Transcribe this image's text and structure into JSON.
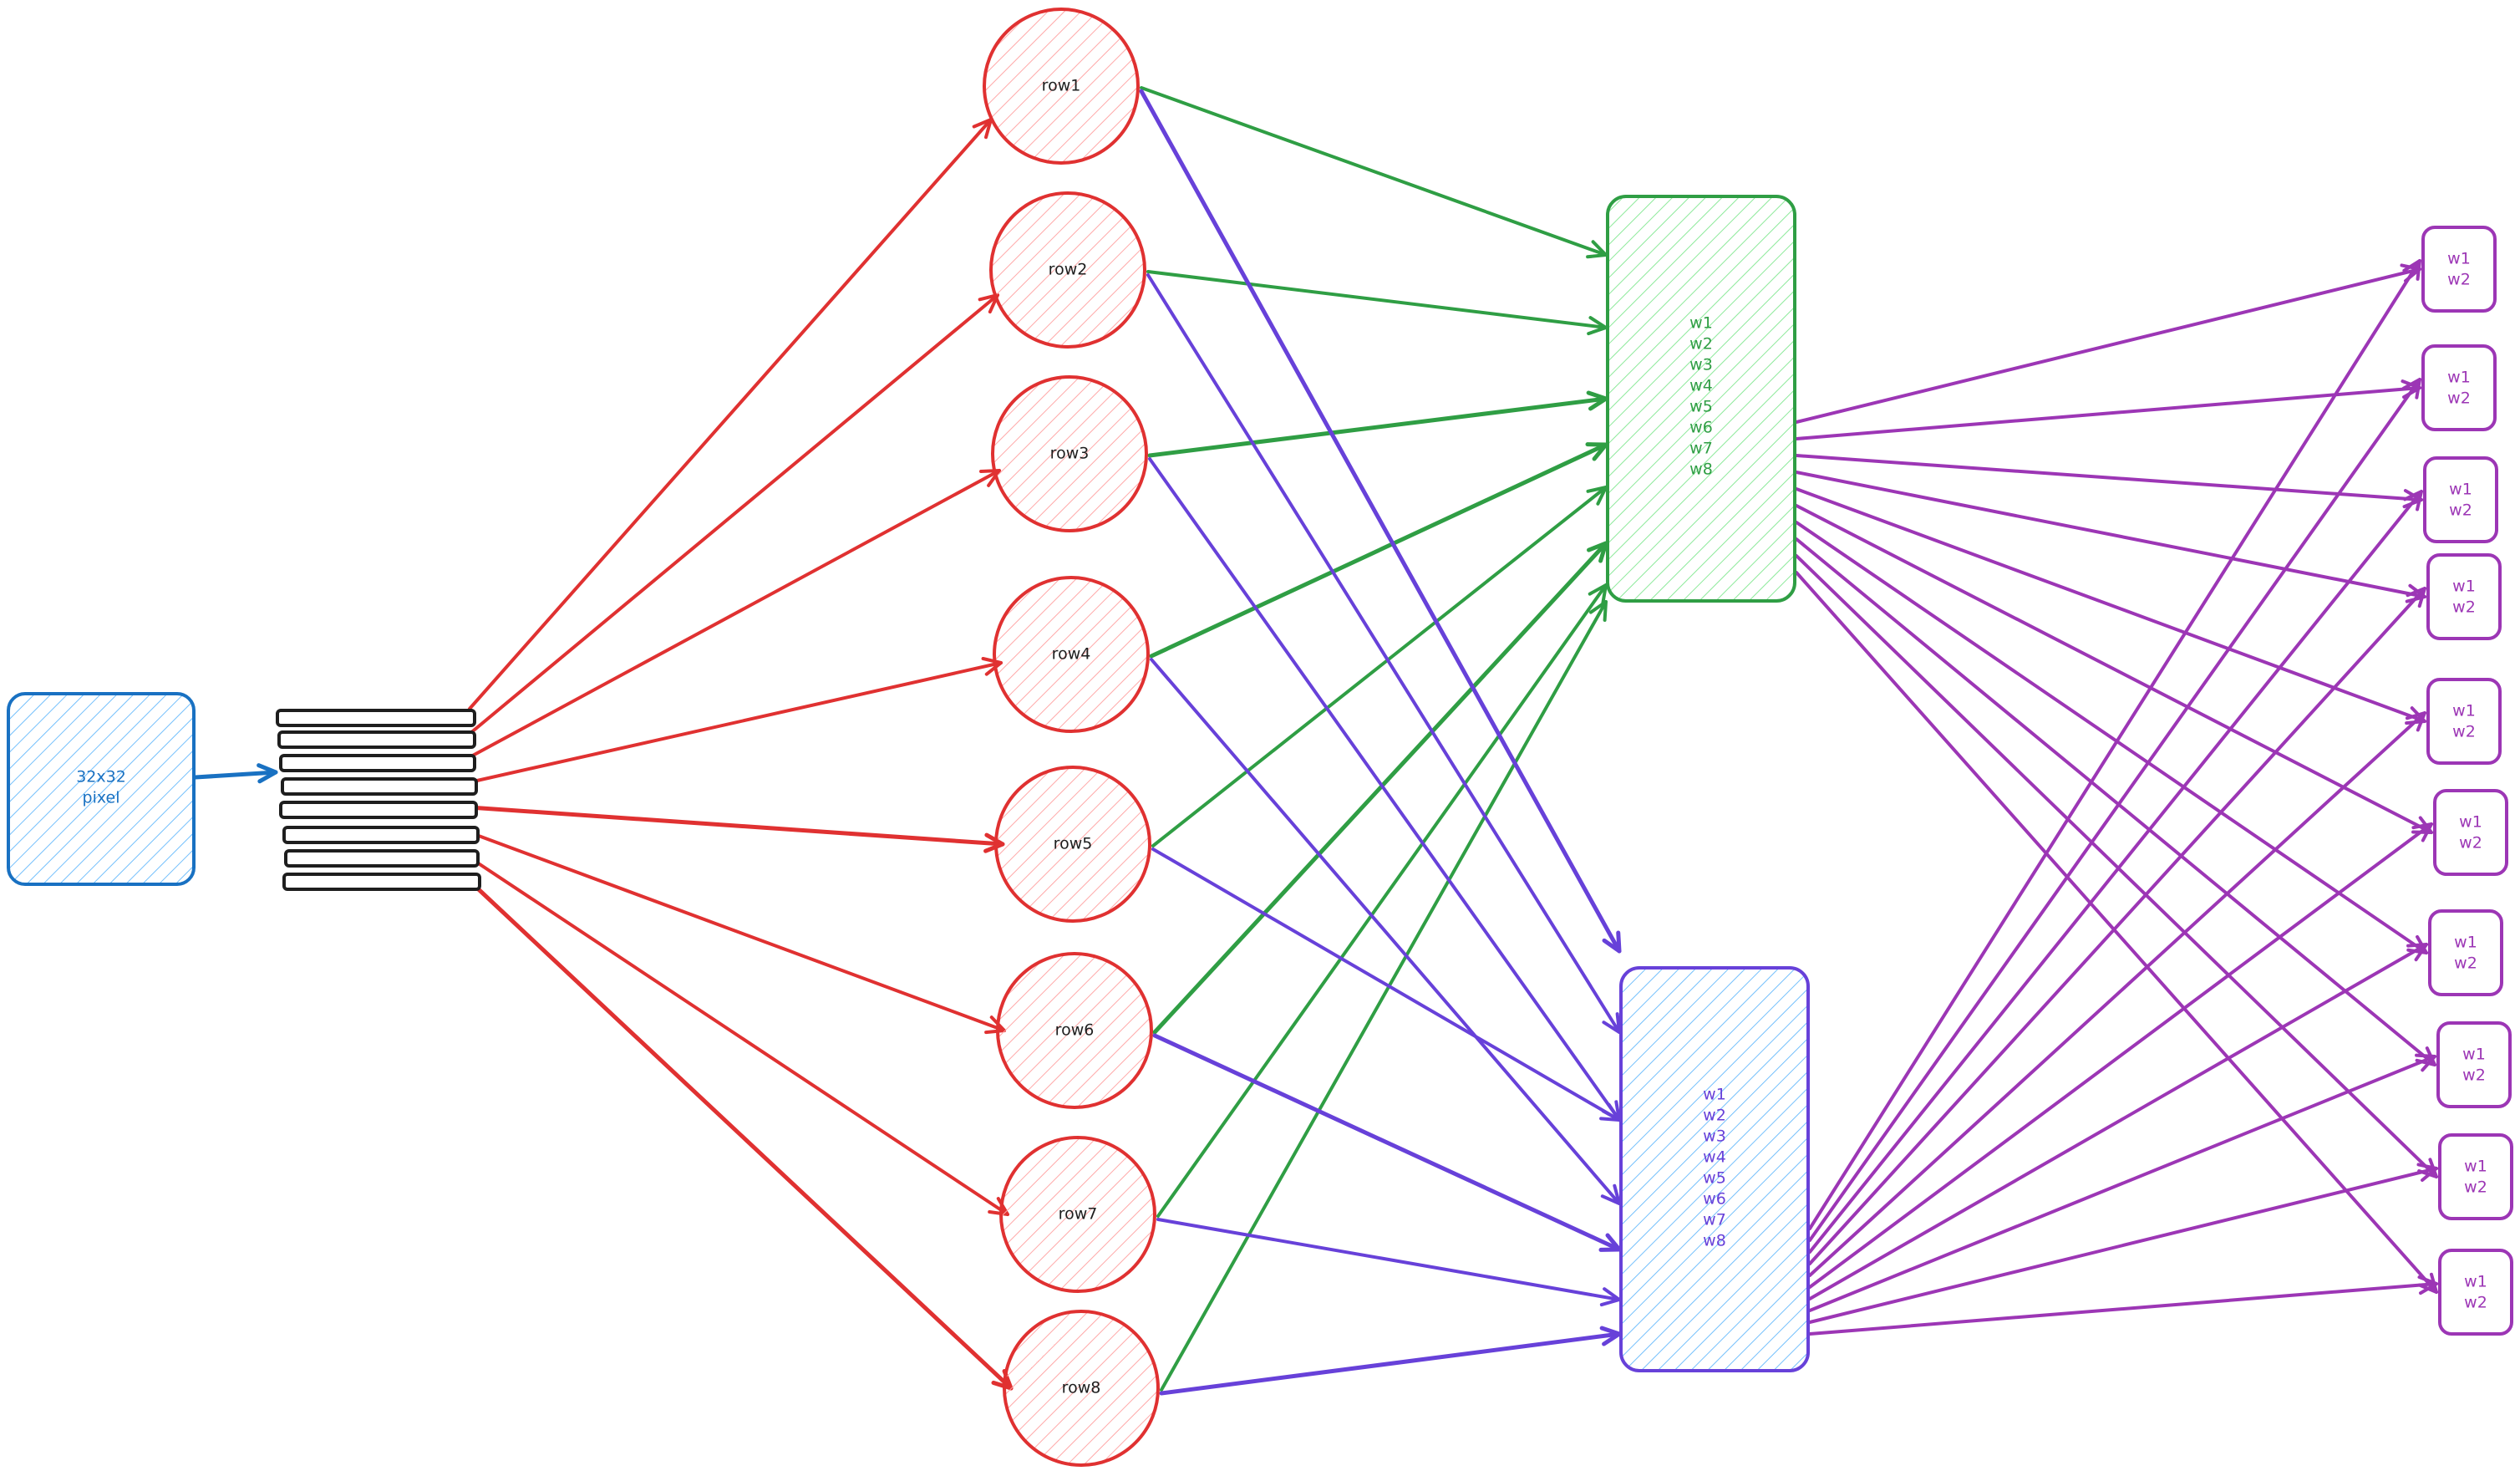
{
  "colors": {
    "input": "#1971c2",
    "input_fill": "#a5d8ff",
    "row": "#e03131",
    "row_fill": "#ffc9c9",
    "green": "#2f9e44",
    "green_fill": "#b2f2bb",
    "violet": "#6741d9",
    "violet_fill": "#a5d8ff",
    "purple": "#9c36b5",
    "black": "#1e1e1e"
  },
  "input": {
    "line1": "32x32",
    "line2": "pixel"
  },
  "rows": [
    "row1",
    "row2",
    "row3",
    "row4",
    "row5",
    "row6",
    "row7",
    "row8"
  ],
  "green_box": {
    "lines": [
      "w1",
      "w2",
      "w3",
      "w4",
      "w5",
      "w6",
      "w7",
      "w8"
    ]
  },
  "violet_box": {
    "lines": [
      "w1",
      "w2",
      "w3",
      "w4",
      "w5",
      "w6",
      "w7",
      "w8"
    ]
  },
  "outputs": [
    {
      "line1": "w1",
      "line2": "w2"
    },
    {
      "line1": "w1",
      "line2": "w2"
    },
    {
      "line1": "w1",
      "line2": "w2"
    },
    {
      "line1": "w1",
      "line2": "w2"
    },
    {
      "line1": "w1",
      "line2": "w2"
    },
    {
      "line1": "w1",
      "line2": "w2"
    },
    {
      "line1": "w1",
      "line2": "w2"
    },
    {
      "line1": "w1",
      "line2": "w2"
    },
    {
      "line1": "w1",
      "line2": "w2"
    },
    {
      "line1": "w1",
      "line2": "w2"
    }
  ]
}
